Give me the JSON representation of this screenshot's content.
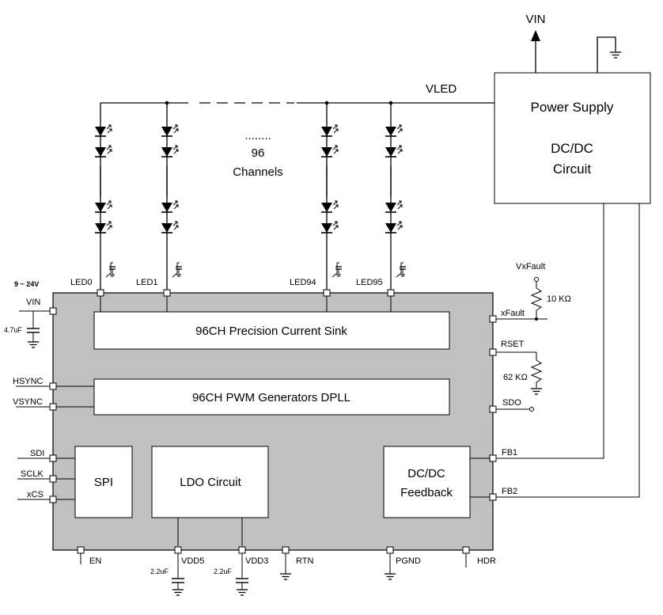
{
  "supply": {
    "vin_label": "VIN",
    "vled_label": "VLED",
    "title": "Power Supply",
    "subtitle_line1": "DC/DC",
    "subtitle_line2": "Circuit"
  },
  "leds": {
    "dots": "........",
    "count_label": "96",
    "channels_label": "Channels",
    "pins": [
      "LED0",
      "LED1",
      "LED94",
      "LED95"
    ]
  },
  "chip": {
    "current_sink": "96CH  Precision Current Sink",
    "pwm": "96CH PWM Generators DPLL",
    "spi": "SPI",
    "ldo": "LDO Circuit",
    "feedback_line1": "DC/DC",
    "feedback_line2": "Feedback"
  },
  "left_pins": {
    "supply_range": "9 ~ 24V",
    "vin": "VIN",
    "vin_cap": "4.7uF",
    "hsync": "HSYNC",
    "vsync": "VSYNC",
    "sdi": "SDI",
    "sclk": "SCLK",
    "xcs": "xCS"
  },
  "right_pins": {
    "vxfault": "VxFault",
    "r_fault": "10 KΩ",
    "xfault": "xFault",
    "rset": "RSET",
    "r_set": "62 KΩ",
    "sdo": "SDO",
    "fb1": "FB1",
    "fb2": "FB2"
  },
  "bottom_pins": {
    "en": "EN",
    "vdd5": "VDD5",
    "vdd5_cap": "2.2uF",
    "vdd3": "VDD3",
    "vdd3_cap": "2.2uF",
    "rtn": "RTN",
    "pgnd": "PGND",
    "hdr": "HDR"
  },
  "colors": {
    "chip_fill": "#c0c0c0",
    "line": "#000000",
    "block_fill": "#ffffff"
  }
}
